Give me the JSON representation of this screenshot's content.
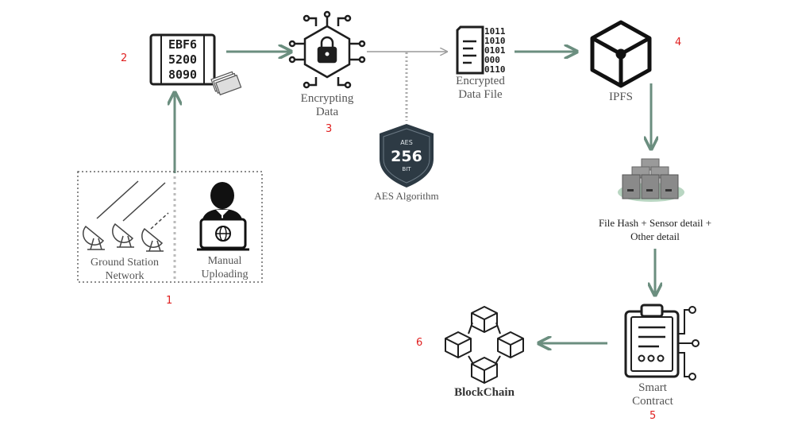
{
  "colors": {
    "arrow": "#6b8e7f",
    "icon_stroke": "#1e1e1e",
    "step_number": "#e02020",
    "label": "#555555",
    "shield": "#2d3a44",
    "server": "#8a8a8a",
    "server_base": "#b9d6c2"
  },
  "nodes": {
    "ground_station": {
      "label_1": "Ground Station",
      "label_2": "Network",
      "icon": "satellite-dish-icon"
    },
    "manual_upload": {
      "label_1": "Manual",
      "label_2": "Uploading",
      "icon": "user-laptop-icon"
    },
    "raw_data": {
      "icon": "data-grid-icon",
      "glyph_rows": [
        "EBF6",
        "5200",
        "8090"
      ]
    },
    "encrypting": {
      "label_1": "Encrypting",
      "label_2": "Data",
      "icon": "encryption-chip-icon"
    },
    "aes": {
      "label": "AES Algorithm",
      "badge_top": "AES",
      "badge_num": "256",
      "badge_bottom": "BIT",
      "icon": "shield-icon"
    },
    "encrypted_file": {
      "label_1": "Encrypted",
      "label_2": "Data File",
      "icon": "binary-file-icon",
      "bits": [
        "1011",
        "1010",
        "0101",
        "000",
        "0110"
      ]
    },
    "ipfs": {
      "label": "IPFS",
      "icon": "cube-icon"
    },
    "hash_store": {
      "label_1": "File Hash + Sensor detail +",
      "label_2": "Other detail",
      "icon": "server-stack-icon"
    },
    "smart_contract": {
      "label_1": "Smart",
      "label_2": "Contract",
      "icon": "clipboard-circuit-icon"
    },
    "blockchain": {
      "label": "BlockChain",
      "icon": "blockchain-icon"
    }
  },
  "step_numbers": [
    "1",
    "2",
    "3",
    "4",
    "5",
    "6"
  ]
}
